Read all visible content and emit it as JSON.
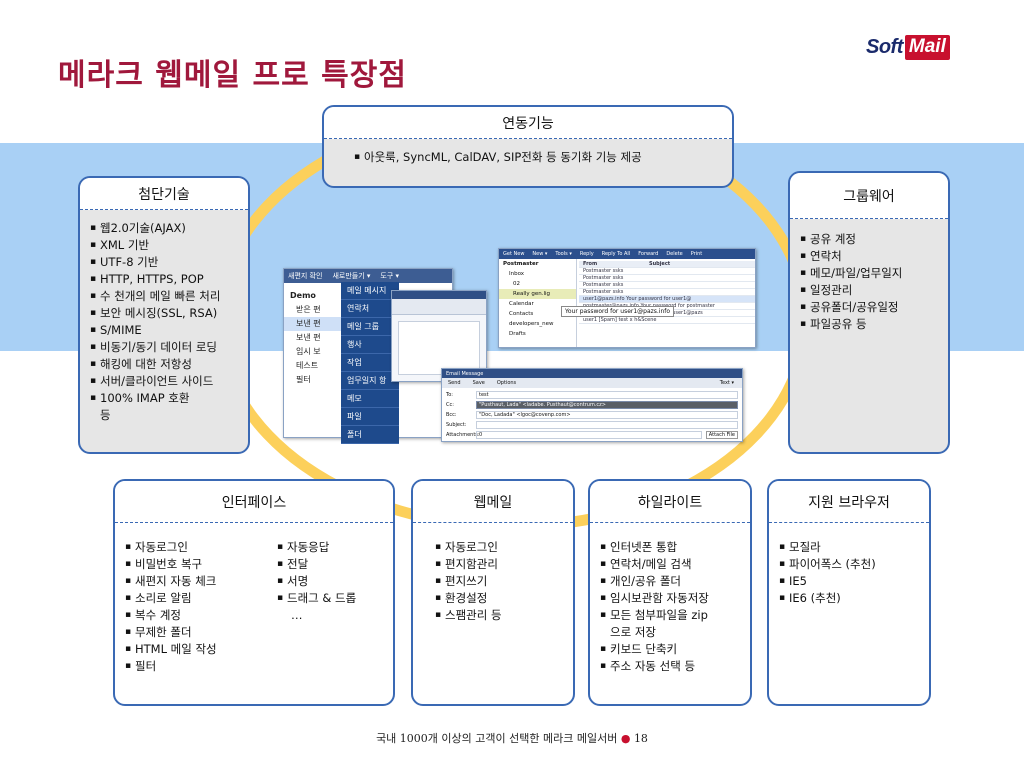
{
  "title": "메라크 웹메일 프로 특장점",
  "logo": {
    "soft": "Soft",
    "mail": "Mail"
  },
  "boxes": {
    "sync": {
      "title": "연동기능",
      "items": [
        "아웃룩, SyncML, CalDAV, SIP전화 등 동기화 기능 제공"
      ]
    },
    "tech": {
      "title": "첨단기술",
      "items": [
        "웹2.0기술(AJAX)",
        "XML 기반",
        "UTF-8 기반",
        "HTTP, HTTPS, POP",
        "수 천개의 메일 빠른 처리",
        "보안 메시징(SSL, RSA)",
        "S/MIME",
        "비동기/동기 데이터 로딩",
        "해킹에 대한 저항성",
        "서버/클라이언트 사이드",
        "100% IMAP 호환",
        "등"
      ]
    },
    "groupware": {
      "title": "그룹웨어",
      "items": [
        "공유 계정",
        "연락처",
        "메모/파일/업무일지",
        "일정관리",
        "공유폴더/공유일정",
        "파일공유 등"
      ]
    },
    "interface": {
      "title": "인터페이스",
      "col1": [
        "자동로그인",
        "비밀번호 복구",
        "새편지 자동 체크",
        "소리로 알림",
        "복수 계정",
        "무제한 폴더",
        "HTML 메일 작성",
        "필터"
      ],
      "col2": [
        "자동응답",
        "전달",
        "서명",
        "드래그 & 드롭",
        "…"
      ]
    },
    "webmail": {
      "title": "웹메일",
      "items": [
        "자동로그인",
        "편지함관리",
        "편지쓰기",
        "환경설정",
        "스팸관리 등"
      ]
    },
    "highlight": {
      "title": "하일라이트",
      "items": [
        "인터넷폰 통합",
        "연락처/메일 검색",
        "개인/공유 폴더",
        "임시보관함 자동저장",
        "모든 첨부파일을 zip",
        "으로 저장",
        "키보드 단축키",
        "주소 자동 선택 등"
      ]
    },
    "browser": {
      "title": "지원 브라우저",
      "items": [
        "모질라",
        "파이어폭스 (추천)",
        "IE5",
        "IE6 (추천)"
      ]
    }
  },
  "screens": {
    "left_bar": [
      "새편지 확인",
      "새로만들기 ▾",
      "도구 ▾"
    ],
    "left_tree": [
      "Demo",
      "받은 편",
      "보낸 편",
      "보낸 편",
      "임시 보",
      "테스트",
      "필터"
    ],
    "menu": [
      "메일 메시지",
      "연락처",
      "메일 그룹",
      "행사",
      "작업",
      "업무일지 항",
      "메모",
      "파일",
      "폴더"
    ],
    "right_bar": [
      "Get New",
      "New ▾",
      "Tools ▾",
      "Reply",
      "Reply To All",
      "Forward",
      "Delete",
      "Print"
    ],
    "right_tree": [
      "Postmaster",
      "Inbox",
      "02",
      "Really gen.lig",
      "Calendar",
      "Contacts",
      "developers_new",
      "Drafts"
    ],
    "right_cols": [
      "From",
      "Subject"
    ],
    "right_rows": [
      "Postmaster   ssks",
      "Postmaster   ssks",
      "Postmaster   ssks",
      "Postmaster   ssks",
      "user1@pazs.info   Your password for user1@",
      "postmaster@pazs.info   Your password for postmaster",
      "user1@pazs.info   Your password for user1@pazs",
      "user1   [Spam] test x h&Scene"
    ],
    "tooltip": "Your password for user1@pazs.info",
    "compose_title": "Email Message",
    "compose_bar": [
      "Send",
      "Save",
      "Options",
      "Text ▾"
    ],
    "compose_fields": [
      "To:",
      "Cc:",
      "Bcc:",
      "Subject:",
      "Attachments:"
    ],
    "compose_values": [
      "test",
      "\"Pusthaut, Lada\" <ladabe. Pusthaut@contrum.cz>",
      "\"Doc, Ladada\" <lgoc@covenp.com>",
      "",
      "0"
    ],
    "attach_btn": "Attach File"
  },
  "footer": {
    "text": "국내 1000개 이상의 고객이 선택한 메라크 메일서버",
    "dot": "●",
    "page": "18"
  }
}
